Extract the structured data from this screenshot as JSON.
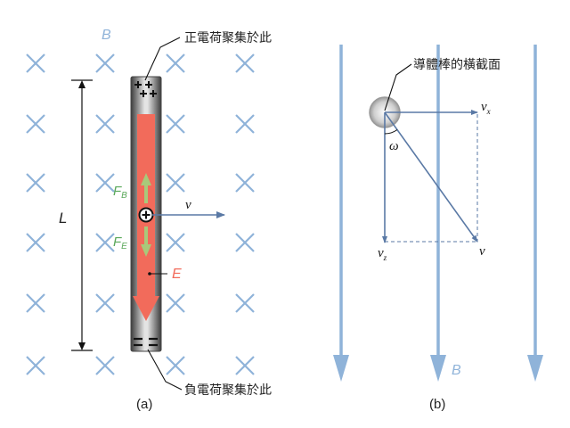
{
  "panel_a": {
    "caption": "(a)",
    "field_label": "B",
    "length_label": "L",
    "force_b_label": "F",
    "force_b_sub": "B",
    "force_e_label": "F",
    "force_e_sub": "E",
    "velocity_label": "v",
    "efield_label": "E",
    "positive_note": "正電荷聚集於此",
    "negative_note": "負電荷聚集於此"
  },
  "panel_b": {
    "caption": "(b)",
    "rod_section_note": "導體棒的橫截面",
    "vx_label": "v",
    "vx_sub": "x",
    "vz_label": "v",
    "vz_sub": "z",
    "v_label": "v",
    "angle_label": "ω",
    "field_label": "B"
  },
  "colors": {
    "field_blue": "#8fb3d9",
    "vector_blue": "#5a79a5",
    "efield_red": "#f26b5b",
    "force_green": "#a9c97a",
    "force_label_green": "#5aa85a",
    "rod_dark": "#3a3a3a",
    "rod_light": "#d8d8d8"
  }
}
